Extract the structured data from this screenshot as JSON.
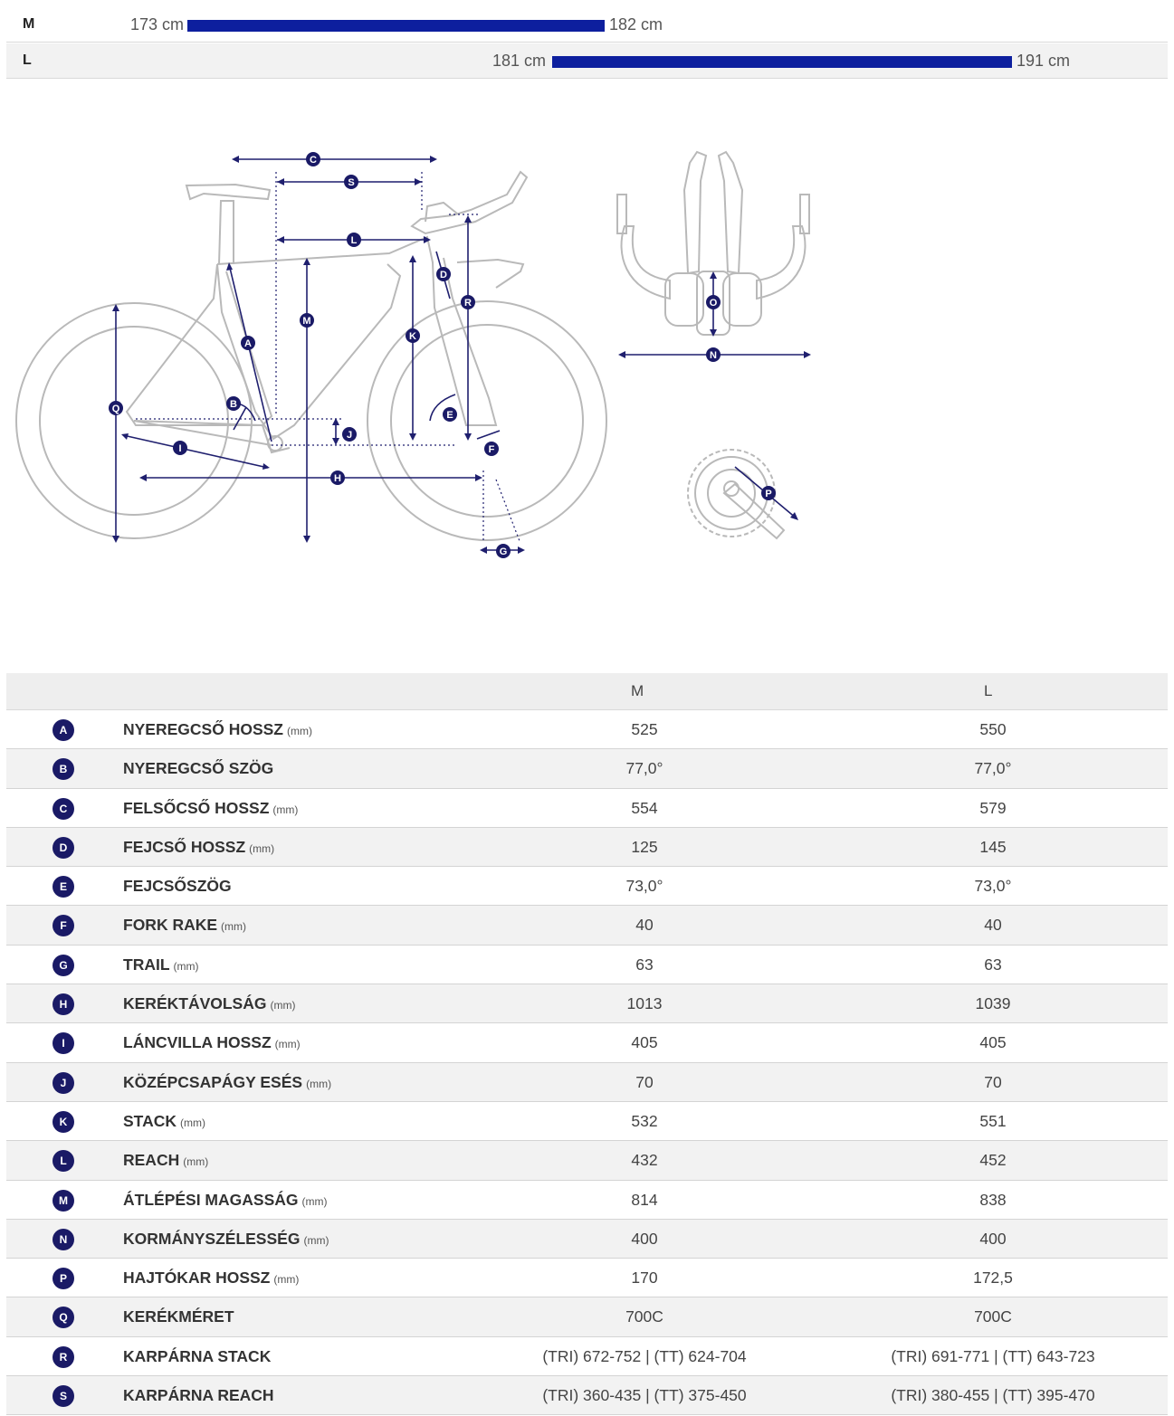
{
  "size_chart": [
    {
      "size": "M",
      "min": "173 cm",
      "max": "182 cm"
    },
    {
      "size": "L",
      "min": "181 cm",
      "max": "191 cm"
    }
  ],
  "table": {
    "columns": [
      "M",
      "L"
    ],
    "rows": [
      {
        "letter": "A",
        "name": "NYEREGCSŐ HOSSZ",
        "unit": "(mm)",
        "m": "525",
        "l": "550"
      },
      {
        "letter": "B",
        "name": "NYEREGCSŐ SZÖG",
        "unit": "",
        "m": "77,0°",
        "l": "77,0°"
      },
      {
        "letter": "C",
        "name": "FELSŐCSŐ HOSSZ",
        "unit": "(mm)",
        "m": "554",
        "l": "579"
      },
      {
        "letter": "D",
        "name": "FEJCSŐ HOSSZ",
        "unit": "(mm)",
        "m": "125",
        "l": "145"
      },
      {
        "letter": "E",
        "name": "FEJCSŐSZÖG",
        "unit": "",
        "m": "73,0°",
        "l": "73,0°"
      },
      {
        "letter": "F",
        "name": "FORK RAKE",
        "unit": "(mm)",
        "m": "40",
        "l": "40"
      },
      {
        "letter": "G",
        "name": "TRAIL",
        "unit": "(mm)",
        "m": "63",
        "l": "63"
      },
      {
        "letter": "H",
        "name": "KERÉKTÁVOLSÁG",
        "unit": "(mm)",
        "m": "1013",
        "l": "1039"
      },
      {
        "letter": "I",
        "name": "LÁNCVILLA HOSSZ",
        "unit": "(mm)",
        "m": "405",
        "l": "405"
      },
      {
        "letter": "J",
        "name": "KÖZÉPCSAPÁGY ESÉS",
        "unit": "(mm)",
        "m": "70",
        "l": "70"
      },
      {
        "letter": "K",
        "name": "STACK",
        "unit": "(mm)",
        "m": "532",
        "l": "551"
      },
      {
        "letter": "L",
        "name": "REACH",
        "unit": "(mm)",
        "m": "432",
        "l": "452"
      },
      {
        "letter": "M",
        "name": "ÁTLÉPÉSI MAGASSÁG",
        "unit": "(mm)",
        "m": "814",
        "l": "838"
      },
      {
        "letter": "N",
        "name": "KORMÁNYSZÉLESSÉG",
        "unit": "(mm)",
        "m": "400",
        "l": "400"
      },
      {
        "letter": "P",
        "name": "HAJTÓKAR HOSSZ",
        "unit": "(mm)",
        "m": "170",
        "l": "172,5"
      },
      {
        "letter": "Q",
        "name": "KERÉKMÉRET",
        "unit": "",
        "m": "700C",
        "l": "700C"
      },
      {
        "letter": "R",
        "name": "KARPÁRNA STACK",
        "unit": "",
        "m": "(TRI) 672-752 | (TT) 624-704",
        "l": "(TRI) 691-771 | (TT) 643-723"
      },
      {
        "letter": "S",
        "name": "KARPÁRNA REACH",
        "unit": "",
        "m": "(TRI) 360-435 | (TT) 375-450",
        "l": "(TRI) 380-455 | (TT) 395-470"
      }
    ]
  },
  "diagram_labels": [
    "A",
    "B",
    "C",
    "D",
    "E",
    "F",
    "G",
    "H",
    "I",
    "J",
    "K",
    "L",
    "M",
    "N",
    "O",
    "P",
    "Q",
    "R",
    "S"
  ],
  "colors": {
    "accent_bar": "#0d1f9e",
    "badge": "#1a1a66"
  }
}
